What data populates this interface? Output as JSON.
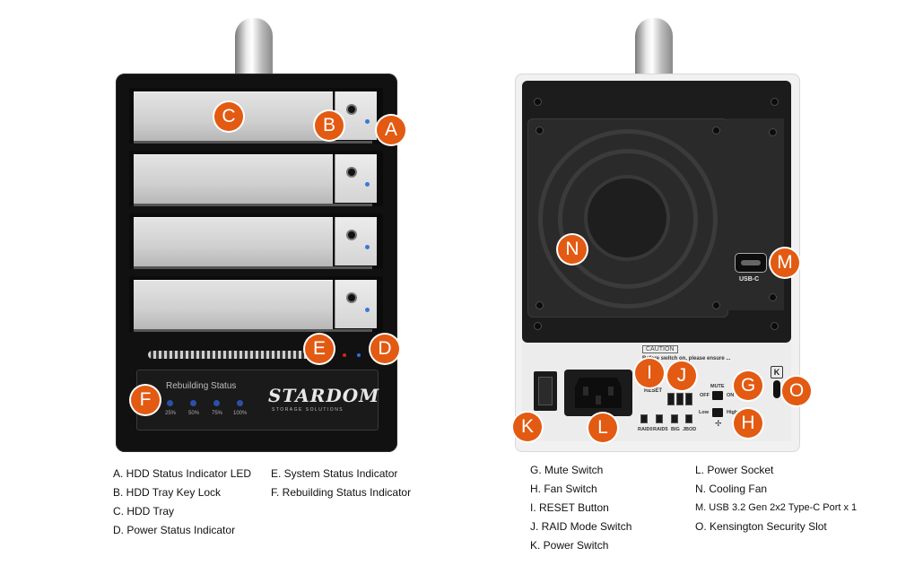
{
  "front": {
    "rebuilding_title": "Rebuilding Status",
    "rebuilding_levels": [
      "25%",
      "50%",
      "75%",
      "100%"
    ],
    "brand_name": "STARDOM",
    "brand_tagline": "STORAGE SOLUTIONS"
  },
  "back": {
    "usb_label": "USB-C",
    "caution_title": "CAUTION",
    "caution_text": "Before switch on, please ensure ... ly and",
    "reset_label": "RESET",
    "mute_label": "MUTE",
    "off_label": "OFF",
    "on_label": "ON",
    "low_label": "Low",
    "high_label": "High",
    "raid_modes": [
      "RAID0",
      "RAID5",
      "BIG",
      "JBOD"
    ]
  },
  "callouts": {
    "A": "A",
    "B": "B",
    "C": "C",
    "D": "D",
    "E": "E",
    "F": "F",
    "G": "G",
    "H": "H",
    "I": "I",
    "J": "J",
    "K": "K",
    "L": "L",
    "M": "M",
    "N": "N",
    "O": "O"
  },
  "legend_front_col1": [
    "A. HDD Status Indicator LED",
    "B. HDD Tray Key Lock",
    "C. HDD Tray",
    "D. Power Status Indicator"
  ],
  "legend_front_col2": [
    "E. System Status Indicator",
    "F. Rebuilding Status Indicator"
  ],
  "legend_back_col1": [
    "G. Mute Switch",
    "H. Fan Switch",
    "I.  RESET Button",
    "J. RAID Mode Switch",
    "K. Power Switch"
  ],
  "legend_back_col2": [
    "L. Power Socket",
    "N. Cooling Fan",
    "M. USB 3.2 Gen 2x2 Type-C Port x 1",
    "O. Kensington Security Slot"
  ]
}
